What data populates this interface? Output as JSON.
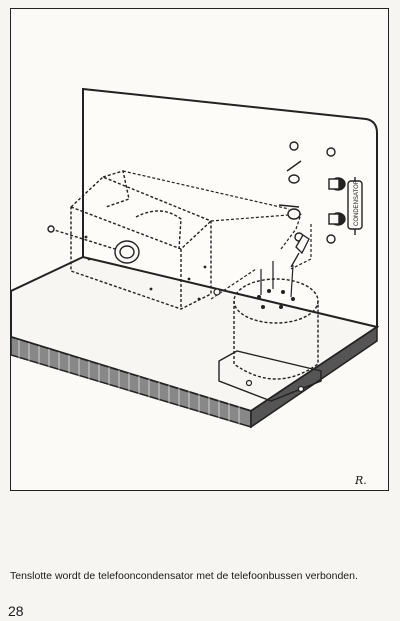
{
  "figure": {
    "signature": "R.",
    "condenser_label": "CONDENSATOR"
  },
  "caption": "Tenslotte wordt de telefooncondensator met de telefoonbussen verbonden.",
  "page_number": "28"
}
